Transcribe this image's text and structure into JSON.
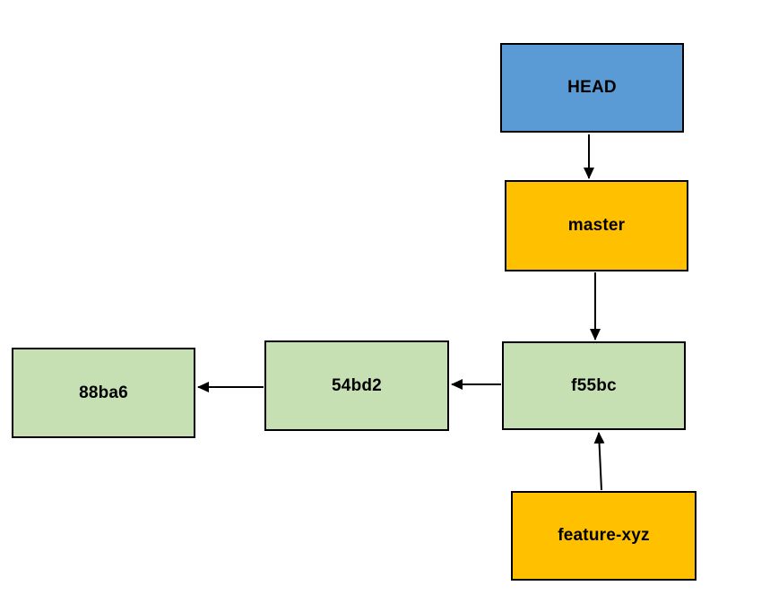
{
  "nodes": [
    {
      "id": "head",
      "label": "HEAD",
      "fill": "#5b9bd5"
    },
    {
      "id": "master",
      "label": "master",
      "fill": "#ffc000"
    },
    {
      "id": "commit-88ba6",
      "label": "88ba6",
      "fill": "#c6e0b4"
    },
    {
      "id": "commit-54bd2",
      "label": "54bd2",
      "fill": "#c6e0b4"
    },
    {
      "id": "commit-f55bc",
      "label": "f55bc",
      "fill": "#c6e0b4"
    },
    {
      "id": "feature-xyz",
      "label": "feature-xyz",
      "fill": "#ffc000"
    }
  ],
  "edges": [
    {
      "from": "HEAD",
      "to": "master"
    },
    {
      "from": "master",
      "to": "f55bc"
    },
    {
      "from": "f55bc",
      "to": "54bd2"
    },
    {
      "from": "54bd2",
      "to": "88ba6"
    },
    {
      "from": "feature-xyz",
      "to": "f55bc"
    }
  ],
  "colors": {
    "background": "#ffffff",
    "border": "#000000",
    "arrow": "#000000",
    "text": "#000000"
  }
}
